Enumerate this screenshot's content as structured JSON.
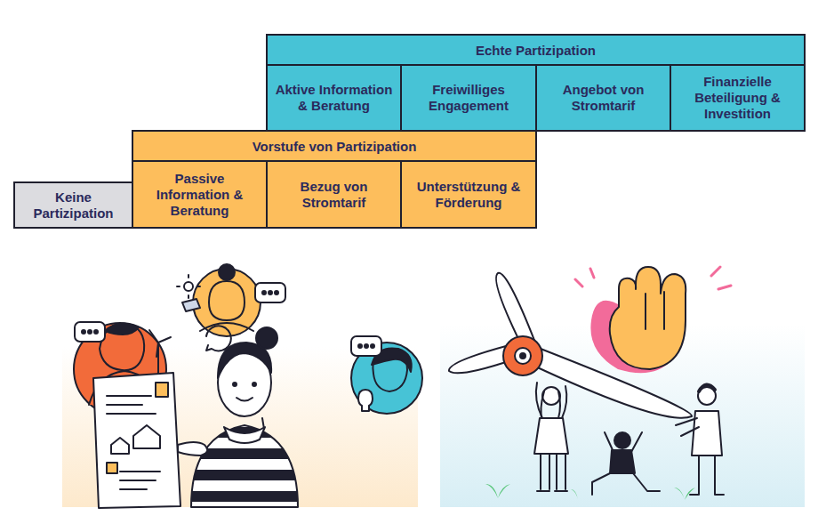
{
  "diagram": {
    "nodes": [
      {
        "text": [
          "Echte Partizipation"
        ]
      },
      {
        "text": [
          "Aktive Information & Beratung"
        ],
        "in": 0
      },
      {
        "text": [
          "Freiwilliges Engagement"
        ],
        "in": 0
      },
      {
        "text": [
          "Angebot von Stromtarif"
        ],
        "in": 0
      },
      {
        "text": [
          "Finanzielle Beteiligung & Investition"
        ],
        "in": 0
      },
      {
        "text": [
          "Vorstufe von Partizipation"
        ]
      },
      {
        "text": [
          "Passive Information & Beratung"
        ],
        "in": 5
      },
      {
        "text": [
          "Bezug von Stromtarif"
        ],
        "in": 5
      },
      {
        "text": [
          "Unterstützung & Förderung"
        ],
        "in": 5
      },
      {
        "text": [
          "Keine Partizipation"
        ]
      }
    ]
  }
}
